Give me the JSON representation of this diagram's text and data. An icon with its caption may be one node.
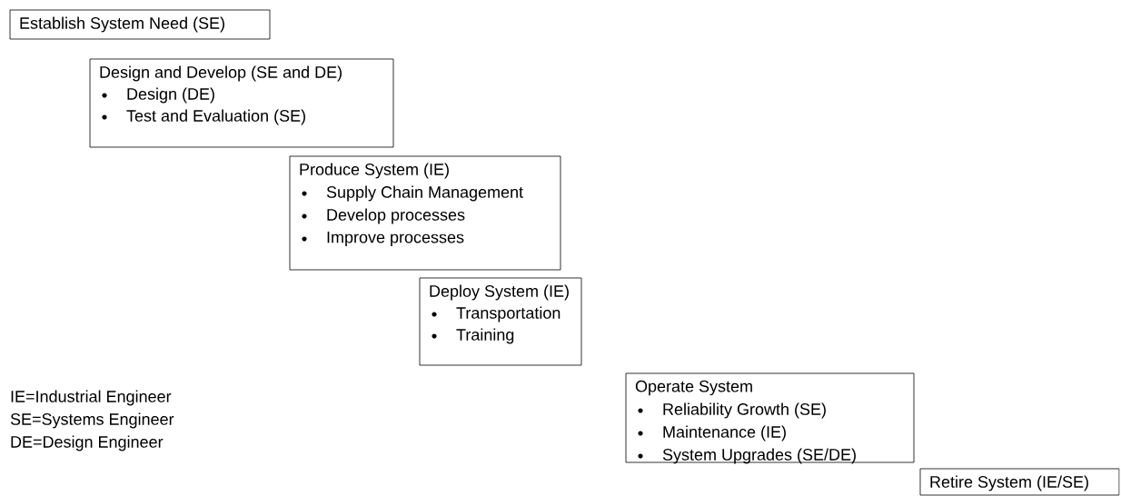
{
  "diagram": {
    "nodes": [
      {
        "text": [
          "Establish System Need (SE)"
        ]
      },
      {
        "text": [
          "Design and Develop (SE and DE)",
          "Design (DE)",
          "Test and Evaluation (SE)"
        ]
      },
      {
        "text": [
          "Produce System (IE)",
          "Supply Chain Management",
          "Develop processes",
          "Improve processes"
        ]
      },
      {
        "text": [
          "Deploy System (IE)",
          "Transportation",
          "Training"
        ]
      },
      {
        "text": [
          "Operate System",
          "Reliability Growth (SE)",
          "Maintenance (IE)",
          "System Upgrades (SE/DE)"
        ]
      },
      {
        "text": [
          "Retire System (IE/SE)"
        ]
      }
    ],
    "labels": [
      "IE=Industrial Engineer",
      "SE=Systems Engineer",
      "DE=Design Engineer"
    ]
  }
}
